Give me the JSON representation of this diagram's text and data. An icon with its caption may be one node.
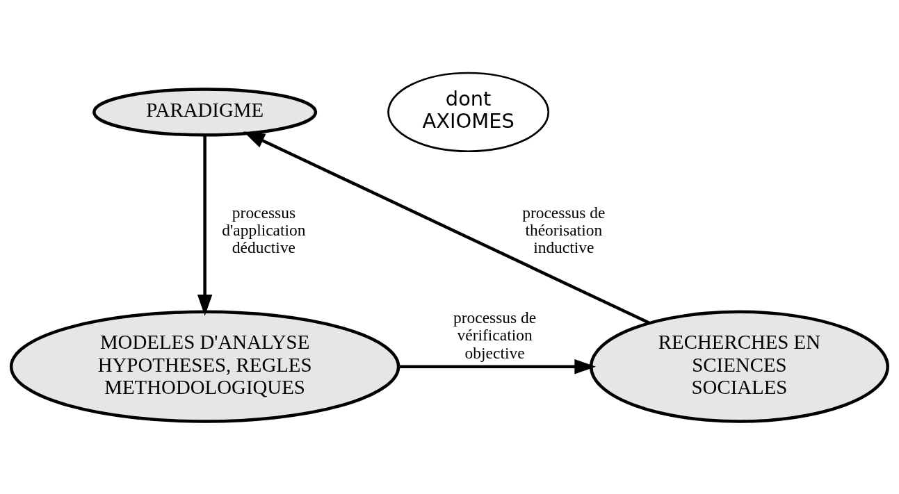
{
  "diagram": {
    "nodes": [
      {
        "text": [
          "PARADIGME"
        ]
      },
      {
        "text": [
          "dont AXIOMES"
        ]
      },
      {
        "text": [
          "MODELES D'ANALYSE HYPOTHESES, REGLES METHODOLOGIQUES"
        ]
      },
      {
        "text": [
          "RECHERCHES EN SCIENCES SOCIALES"
        ]
      }
    ],
    "edges": [
      {
        "from": 0,
        "to": 2,
        "arrow": "to",
        "label": "processus d'application déductive"
      },
      {
        "from": 2,
        "to": 3,
        "arrow": "to",
        "label": "processus de vérification objective"
      },
      {
        "from": 3,
        "to": 0,
        "arrow": "to",
        "label": "processus de théorisation inductive"
      }
    ]
  }
}
